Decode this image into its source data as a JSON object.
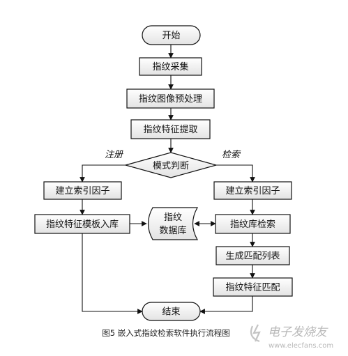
{
  "nodes": {
    "start": "开始",
    "capture": "指纹采集",
    "preprocess": "指纹图像预处理",
    "extract": "指纹特征提取",
    "mode": "模式判断",
    "index_left": "建立索引因子",
    "index_right": "建立索引因子",
    "template_store": "指纹特征模板入库",
    "db_line1": "指纹",
    "db_line2": "数据库",
    "db_search": "指纹库检索",
    "match_list": "生成匹配列表",
    "feature_match": "指纹特征匹配",
    "end": "结束"
  },
  "branches": {
    "left": "注册",
    "right": "检索"
  },
  "caption": "图5 嵌入式指纹检索软件执行流程图",
  "watermark": {
    "brand": "电子发烧友",
    "url": "www.elecfans.com"
  }
}
